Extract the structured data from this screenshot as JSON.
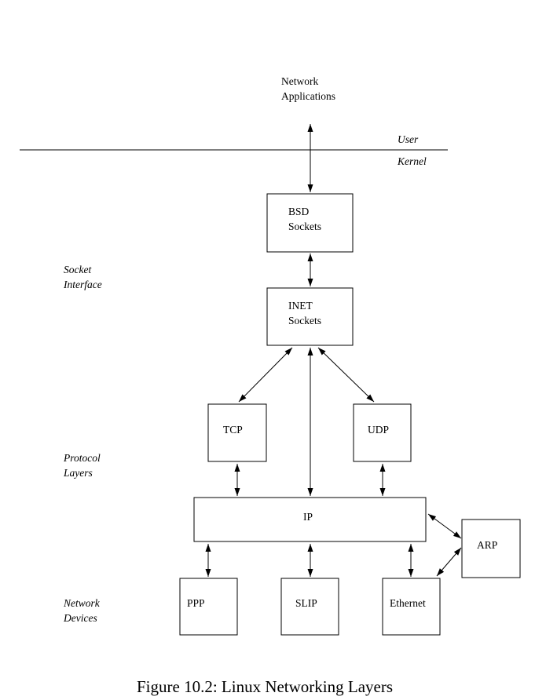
{
  "diagram": {
    "top_label": {
      "line1": "Network",
      "line2": "Applications"
    },
    "boundary": {
      "user": "User",
      "kernel": "Kernel"
    },
    "side_labels": {
      "socket_interface": {
        "line1": "Socket",
        "line2": "Interface"
      },
      "protocol_layers": {
        "line1": "Protocol",
        "line2": "Layers"
      },
      "network_devices": {
        "line1": "Network",
        "line2": "Devices"
      }
    },
    "boxes": {
      "bsd": {
        "line1": "BSD",
        "line2": "Sockets"
      },
      "inet": {
        "line1": "INET",
        "line2": "Sockets"
      },
      "tcp": "TCP",
      "udp": "UDP",
      "ip": "IP",
      "arp": "ARP",
      "ppp": "PPP",
      "slip": "SLIP",
      "ethernet": "Ethernet"
    },
    "caption": "Figure 10.2: Linux Networking Layers"
  }
}
